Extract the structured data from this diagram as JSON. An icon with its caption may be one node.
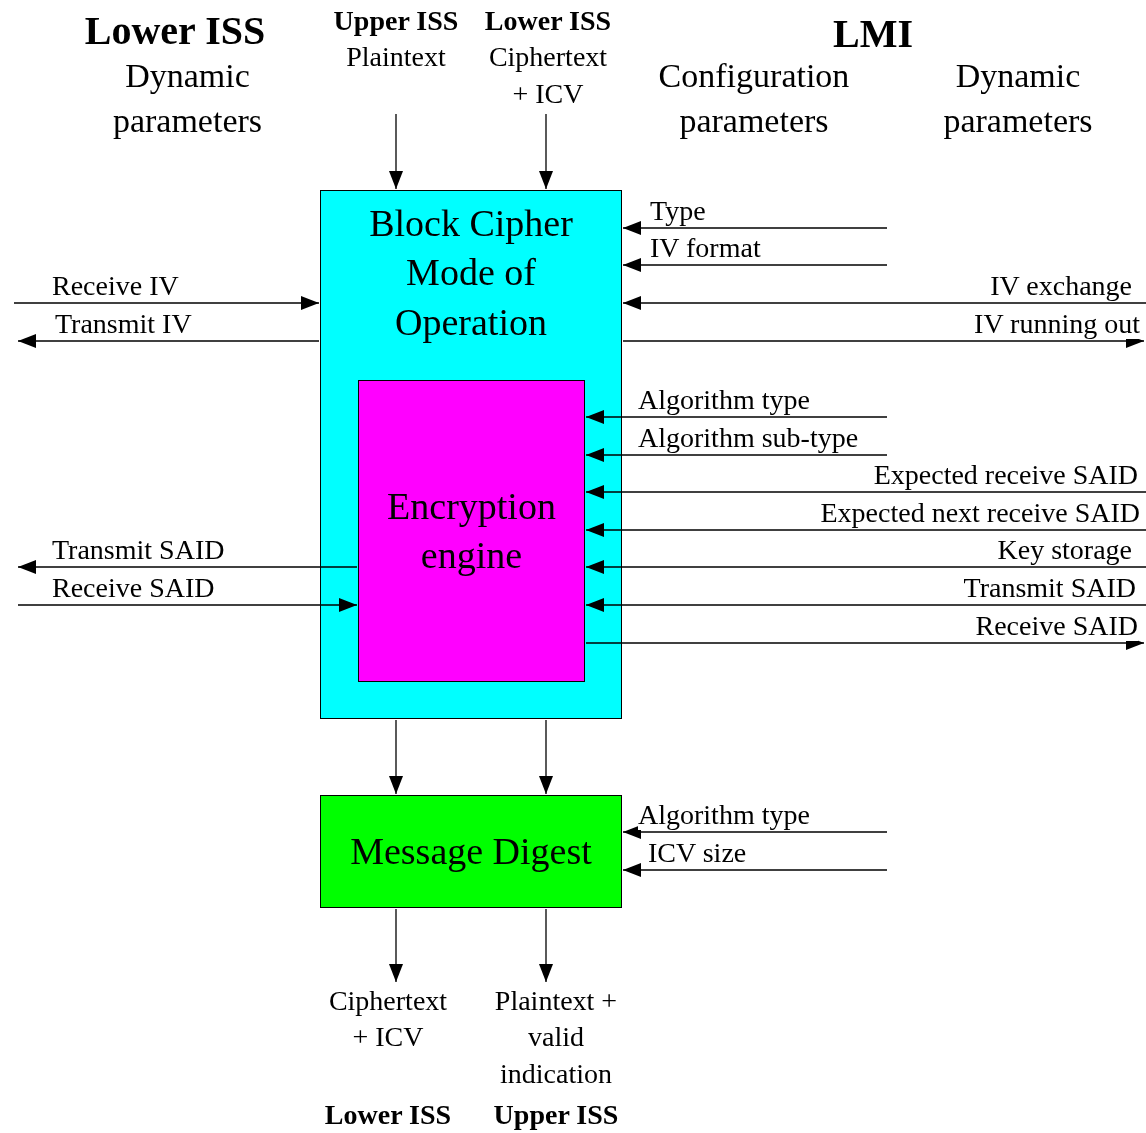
{
  "diagram": {
    "nodes": [
      {
        "text": [
          "Upper ISS",
          "Plaintext"
        ]
      },
      {
        "text": [
          "Lower ISS",
          "Ciphertext + ICV"
        ]
      },
      {
        "text": [
          "Block Cipher Mode of Operation"
        ]
      },
      {
        "text": [
          "Encryption engine"
        ],
        "in": 2
      },
      {
        "text": [
          "Message Digest"
        ]
      },
      {
        "text": [
          "Ciphertext + ICV",
          "Lower ISS"
        ]
      },
      {
        "text": [
          "Plaintext + valid indication",
          "Upper ISS"
        ]
      }
    ],
    "edges": [
      {
        "from": 0,
        "to": 2,
        "arrow": "to"
      },
      {
        "from": 1,
        "to": 2,
        "arrow": "to"
      },
      {
        "from": null,
        "to": 2,
        "arrow": "to",
        "label": "Type"
      },
      {
        "from": null,
        "to": 2,
        "arrow": "to",
        "label": "IV format"
      },
      {
        "from": null,
        "to": 2,
        "arrow": "to",
        "label": "Receive IV"
      },
      {
        "from": 2,
        "to": null,
        "arrow": "to",
        "label": "Transmit IV"
      },
      {
        "from": null,
        "to": 2,
        "arrow": "to",
        "label": "IV exchange"
      },
      {
        "from": 2,
        "to": null,
        "arrow": "to",
        "label": "IV running out"
      },
      {
        "from": null,
        "to": 3,
        "arrow": "to",
        "label": "Algorithm type"
      },
      {
        "from": null,
        "to": 3,
        "arrow": "to",
        "label": "Algorithm sub-type"
      },
      {
        "from": null,
        "to": 3,
        "arrow": "to",
        "label": "Expected receive SAID"
      },
      {
        "from": null,
        "to": 3,
        "arrow": "to",
        "label": "Expected next receive SAID"
      },
      {
        "from": null,
        "to": 3,
        "arrow": "to",
        "label": "Key storage"
      },
      {
        "from": null,
        "to": 3,
        "arrow": "to",
        "label": "Transmit SAID"
      },
      {
        "from": 3,
        "to": null,
        "arrow": "to",
        "label": "Receive SAID"
      },
      {
        "from": 3,
        "to": null,
        "arrow": "to",
        "label": "Transmit SAID"
      },
      {
        "from": null,
        "to": 3,
        "arrow": "to",
        "label": "Receive SAID"
      },
      {
        "from": 2,
        "to": 4,
        "arrow": "to"
      },
      {
        "from": 2,
        "to": 4,
        "arrow": "to"
      },
      {
        "from": null,
        "to": 4,
        "arrow": "to",
        "label": "Algorithm type"
      },
      {
        "from": null,
        "to": 4,
        "arrow": "to",
        "label": "ICV size"
      },
      {
        "from": 4,
        "to": 5,
        "arrow": "to"
      },
      {
        "from": 4,
        "to": 6,
        "arrow": "to"
      }
    ],
    "labels": [
      "Lower ISS",
      "Dynamic parameters",
      "LMI",
      "Configuration parameters",
      "Dynamic parameters"
    ]
  }
}
